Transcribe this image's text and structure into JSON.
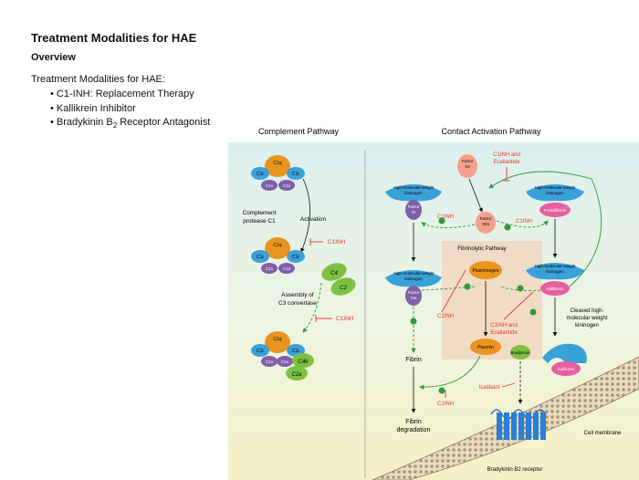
{
  "page": {
    "title": "Treatment Modalities for HAE",
    "section": "Overview",
    "intro": "Treatment Modalities for HAE:",
    "bullets": [
      {
        "pre": "C1-INH: Replacement Therapy",
        "sub": "",
        "post": ""
      },
      {
        "pre": "Kallikrein Inhibitor",
        "sub": "",
        "post": ""
      },
      {
        "pre": "Bradykinin B",
        "sub": "2",
        "post": " Receptor Antagonist"
      }
    ]
  },
  "figure": {
    "complement": {
      "title": "Complement Pathway",
      "c1q": "C1q",
      "c1r": "C1r",
      "c1s": "C1s",
      "protease_label": [
        "Complement",
        "protease C1"
      ],
      "activation": "Activation",
      "c1inh_1": "C1INH",
      "c4": "C4",
      "c2": "C2",
      "assembly_label": [
        "Assembly of",
        "C3 convertase"
      ],
      "c1inh_2": "C1INH",
      "c4b": "C4b",
      "c2a": "C2a"
    },
    "contact": {
      "title": "Contact Activation Pathway",
      "factor_xii": [
        "Factor",
        "XII"
      ],
      "c1inh_ecallantide_top": [
        "C1INH and",
        "Ecallantide"
      ],
      "hmwk_left": [
        "High-molecular-weight",
        "kininogen"
      ],
      "factor_xi": [
        "Factor",
        "XI"
      ],
      "c1inh_a": "C1INH",
      "factor_xiia": [
        "Factor",
        "XIIa"
      ],
      "c1inh_b": "C1INH",
      "hmwk_right": [
        "High-molecular-weight",
        "kininogen"
      ],
      "prekallikrein": "Prekallikrein",
      "fibrinolytic_title": "Fibrinolytic Pathway",
      "plasminogen": "Plasminogen",
      "hmwk_left2": [
        "High-molecular-weight",
        "kininogen"
      ],
      "factor_xia": [
        "Factor",
        "XIa"
      ],
      "c1inh_c": "C1INH",
      "hmwk_right2": [
        "High-molecular-weight",
        "kininogen"
      ],
      "kallikrein": "Kallikrein",
      "c1inh_ecallantide_mid": [
        "C1INH and",
        "Ecallantide"
      ],
      "cleaved_label": [
        "Cleaved high-",
        "molecular weight",
        "kininogen"
      ],
      "plasmin": "Plasmin",
      "bradykinin": "Bradykinin",
      "fibrin": "Fibrin",
      "icatibant": "Icatibant",
      "c1inh_d": "C1INH",
      "kallikrein2": "Kallikrein",
      "fibrin_deg": [
        "Fibrin",
        "degradation"
      ],
      "b2_receptor": "Bradykinin B2 receptor",
      "cell_membrane": "Cell membrane"
    },
    "colors": {
      "orange": "#e8941e",
      "blue": "#3aa0d8",
      "purple": "#7f60a8",
      "green": "#7cc142",
      "pink": "#e65f9f",
      "red_inhibit": "#e23a33",
      "salmon": "#f4a08c"
    }
  }
}
